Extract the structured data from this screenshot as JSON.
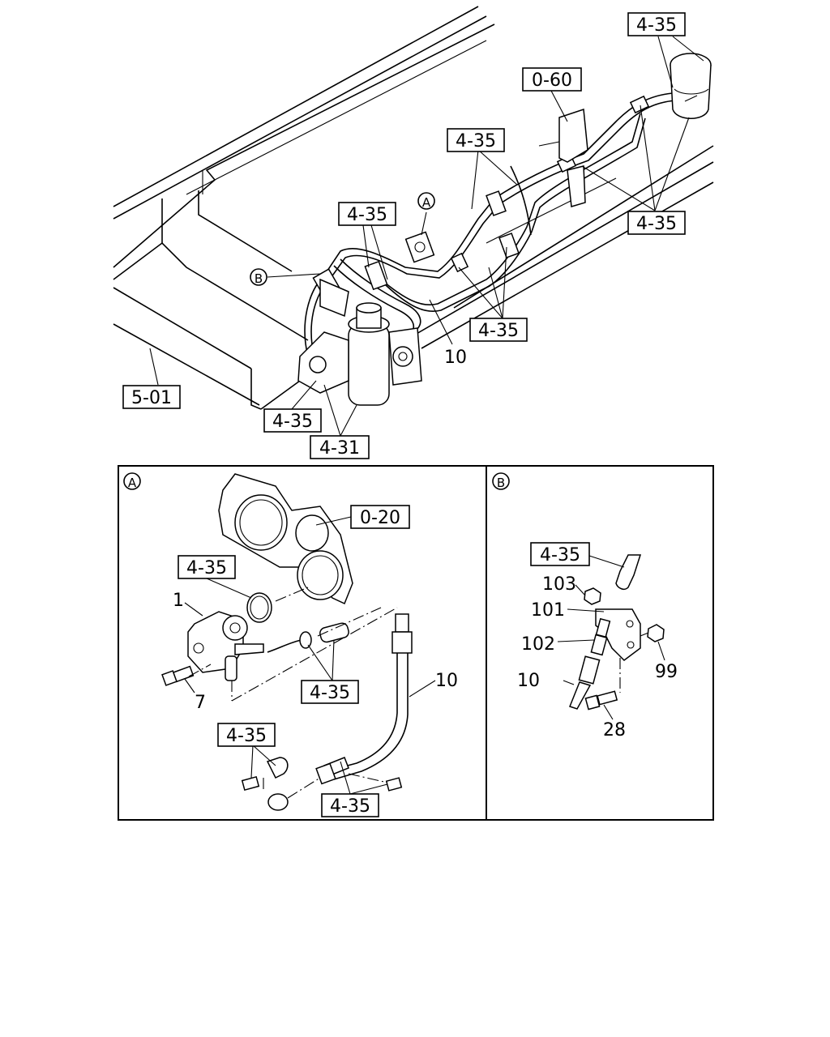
{
  "callouts": {
    "c_435_top_right": "4-35",
    "c_060": "0-60",
    "c_435_mid": "4-35",
    "c_435_left": "4-35",
    "c_435_right_lower": "4-35",
    "c_435_center": "4-35",
    "c_501": "5-01",
    "c_435_bottom": "4-35",
    "c_431": "4-31",
    "c_020": "0-20",
    "c_435_a_ring": "4-35",
    "c_435_a_hose": "4-35",
    "c_435_a_clamp": "4-35",
    "c_435_a_bolt": "4-35",
    "c_435_b_cap": "4-35"
  },
  "part_numbers": {
    "n10_main": "10",
    "a_n1": "1",
    "a_n7": "7",
    "a_n10": "10",
    "b_n103": "103",
    "b_n101": "101",
    "b_n102": "102",
    "b_n10": "10",
    "b_n99": "99",
    "b_n28": "28"
  },
  "view_markers": {
    "a_main": "A",
    "b_main": "B",
    "a_panel": "A",
    "b_panel": "B"
  }
}
